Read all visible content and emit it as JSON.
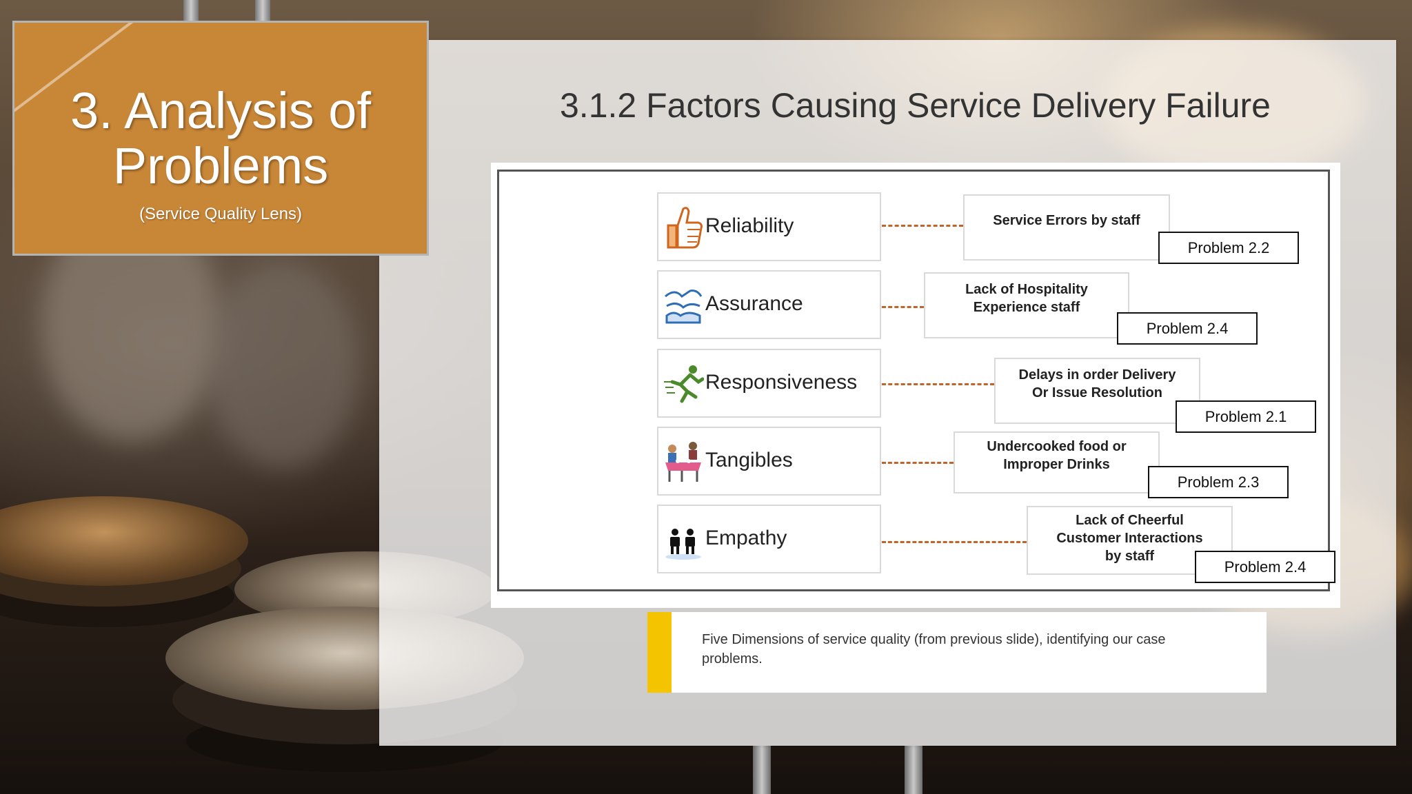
{
  "slide": {
    "section_title": "3. Analysis of Problems",
    "section_subtitle": "(Service Quality Lens)",
    "title": "3.1.2 Factors Causing Service Delivery Failure",
    "caption": "Five Dimensions of service quality (from previous slide), identifying our case problems."
  },
  "dimensions": [
    {
      "label": "Reliability",
      "icon": "thumbs-up-icon",
      "issue": "Service Errors by staff",
      "problem": "Problem  2.2"
    },
    {
      "label": "Assurance",
      "icon": "handshake-icon",
      "issue": "Lack of Hospitality\nExperience staff",
      "problem": "Problem  2.4"
    },
    {
      "label": "Responsiveness",
      "icon": "running-person-icon",
      "issue": "Delays in order Delivery\nOr Issue  Resolution",
      "problem": "Problem  2.1"
    },
    {
      "label": "Tangibles",
      "icon": "dining-table-icon",
      "issue": "Undercooked food or\nImproper Drinks",
      "problem": "Problem  2.3"
    },
    {
      "label": "Empathy",
      "icon": "people-icon",
      "issue": "Lack of Cheerful\nCustomer Interactions\nby staff",
      "problem": "Problem  2.4"
    }
  ],
  "colors": {
    "section_card": "#c88637",
    "connector": "#c0642a",
    "caption_accent": "#f5c400"
  }
}
